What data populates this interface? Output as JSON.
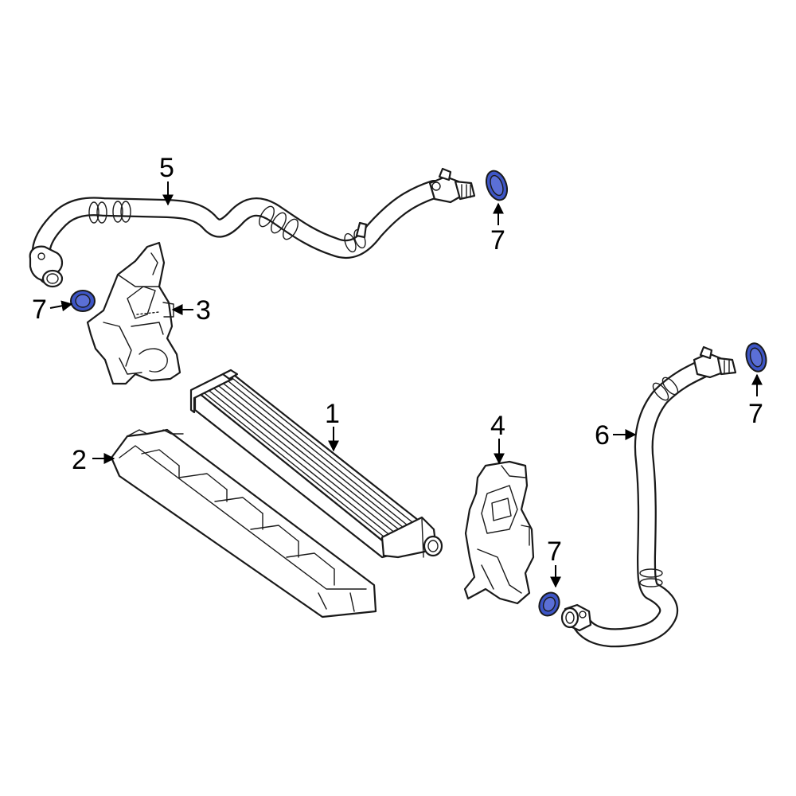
{
  "callouts": {
    "c1": "1",
    "c2": "2",
    "c3": "3",
    "c4": "4",
    "c5": "5",
    "c6": "6",
    "c7a": "7",
    "c7b": "7",
    "c7c": "7",
    "c7d": "7"
  },
  "colors": {
    "highlight": "#3d55c6",
    "highlight_inner": "#5b6fd6",
    "line": "#1a1a1a",
    "background": "#ffffff"
  }
}
